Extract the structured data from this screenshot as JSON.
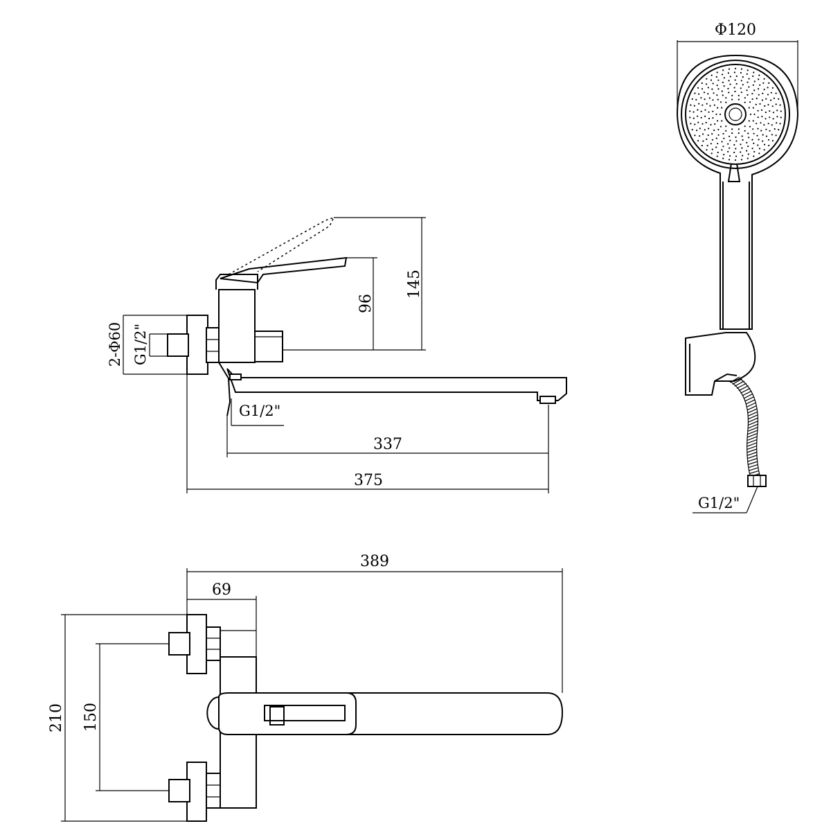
{
  "dimensions": {
    "handle_top_height": "145",
    "handle_body_height": "96",
    "inlet_diameter": "2-Φ60",
    "inlet_thread": "G1/2\"",
    "outlet_thread": "G1/2\"",
    "spout_reach": "337",
    "total_length_side": "375",
    "total_length_top": "389",
    "body_depth": "69",
    "outer_height": "210",
    "inlet_spacing": "150",
    "shower_head_diameter": "Φ120",
    "hose_thread": "G1/2\""
  },
  "colors": {
    "line": "#000000",
    "background": "#ffffff"
  }
}
